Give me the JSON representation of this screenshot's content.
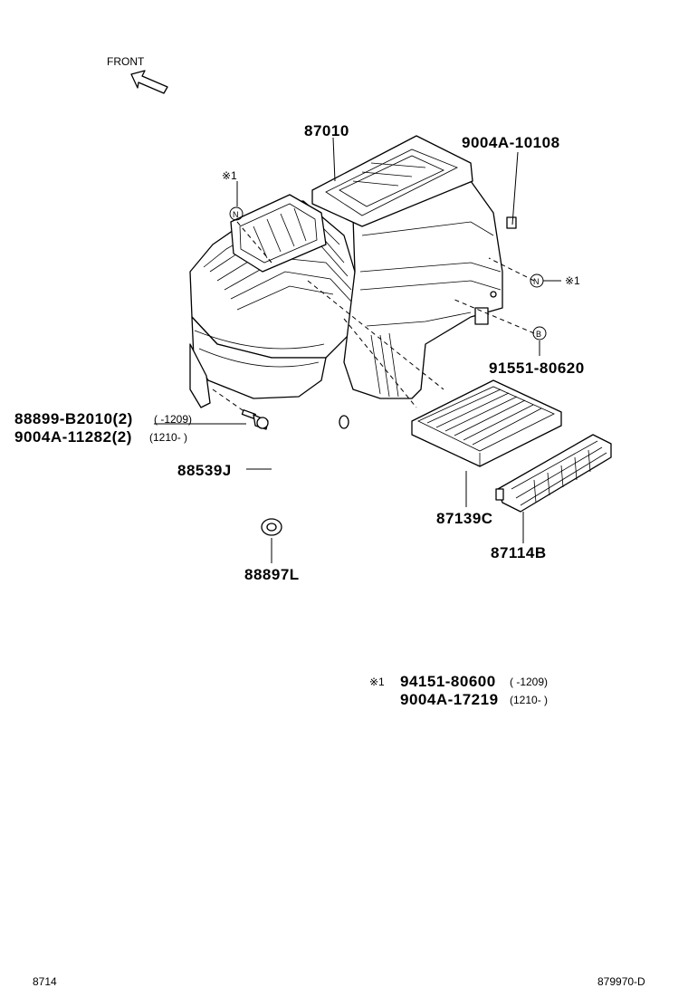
{
  "orientation": {
    "label": "FRONT",
    "icon": "arrow-up-left-icon"
  },
  "parts": {
    "p87010": "87010",
    "p9004a_10108": "9004A-10108",
    "p91551_80620": "91551-80620",
    "p88899_b2010": "88899-B2010(2)",
    "p88899_range": "(    -1209)",
    "p9004a_11282": "9004A-11282(2)",
    "p9004a_11282_range": "(1210-      )",
    "p88539j": "88539J",
    "p88897l": "88897L",
    "p87139c": "87139C",
    "p87114b": "87114B"
  },
  "callouts": {
    "mark_x1": "※1",
    "mark_n": "N",
    "mark_b": "B"
  },
  "note": {
    "mark": "※1",
    "line1_part": "94151-80600",
    "line1_range": "(    -1209)",
    "line2_part": "9004A-17219",
    "line2_range": "(1210-      )"
  },
  "footer": {
    "left": "8714",
    "right": "879970-D"
  }
}
